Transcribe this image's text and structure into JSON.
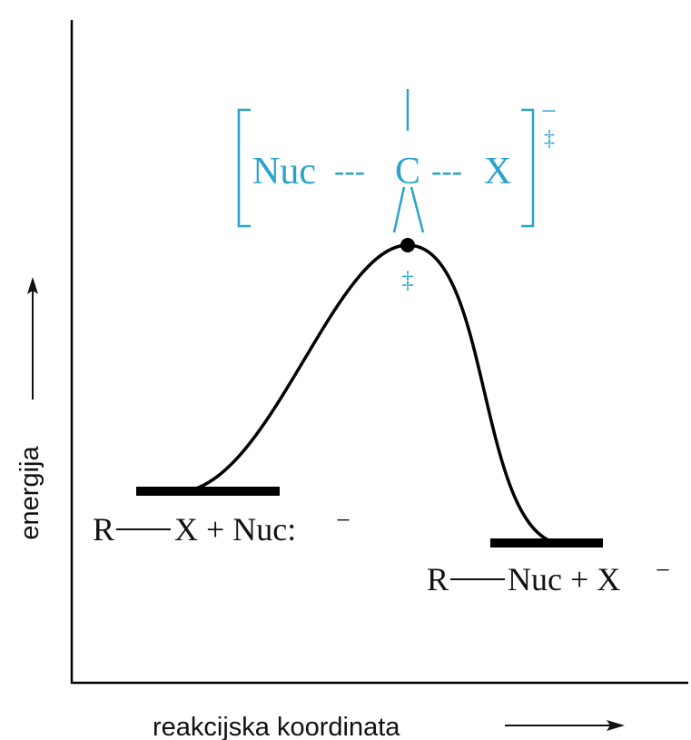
{
  "axes": {
    "y_label": "energija",
    "x_label": "reakcijska koordinata"
  },
  "reactants": {
    "formula_left": "R",
    "formula_right": "X + Nuc:",
    "charge": "−"
  },
  "products": {
    "formula_left": "R",
    "formula_right": "Nuc + X",
    "charge": "−"
  },
  "transition_state": {
    "nucleophile": "Nuc",
    "dashes_left": "---",
    "central_atom": "C",
    "dashes_right": "---",
    "leaving_group": "X",
    "bracket_charge": "−",
    "bracket_symbol": "‡",
    "peak_symbol": "‡"
  },
  "colors": {
    "curve": "#000000",
    "transition_state": "#2aa3cc",
    "text": "#111111"
  }
}
